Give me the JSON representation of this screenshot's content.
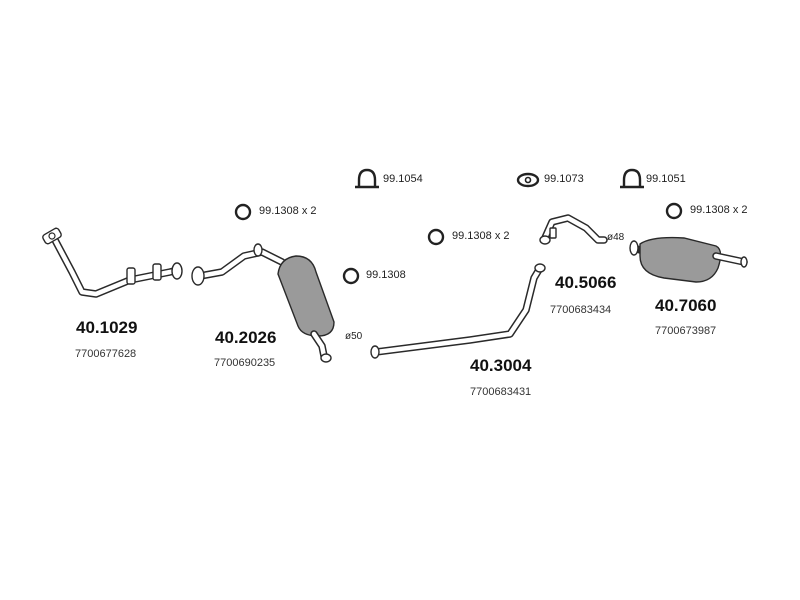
{
  "parts": [
    {
      "id": "front-pipe",
      "code": "40.1029",
      "oem": "7700677628"
    },
    {
      "id": "front-silencer",
      "code": "40.2026",
      "oem": "7700690235"
    },
    {
      "id": "center-pipe",
      "code": "40.3004",
      "oem": "7700683431"
    },
    {
      "id": "rear-pipe",
      "code": "40.5066",
      "oem": "7700683434"
    },
    {
      "id": "rear-silencer",
      "code": "40.7060",
      "oem": "7700673987"
    }
  ],
  "accessories": [
    {
      "id": "ring-a",
      "code": "99.1308 x 2",
      "icon": "ring-icon"
    },
    {
      "id": "ring-b",
      "code": "99.1308",
      "icon": "ring-icon"
    },
    {
      "id": "ring-c",
      "code": "99.1308 x 2",
      "icon": "ring-icon"
    },
    {
      "id": "ring-d",
      "code": "99.1308 x 2",
      "icon": "ring-icon"
    },
    {
      "id": "clamp-a",
      "code": "99.1054",
      "icon": "u-clamp-icon"
    },
    {
      "id": "gasket-a",
      "code": "99.1073",
      "icon": "gasket-icon"
    },
    {
      "id": "clamp-b",
      "code": "99.1051",
      "icon": "u-clamp-icon"
    }
  ],
  "dimensions": [
    {
      "id": "dia-50",
      "text": "ø50"
    },
    {
      "id": "dia-48",
      "text": "ø48"
    }
  ]
}
